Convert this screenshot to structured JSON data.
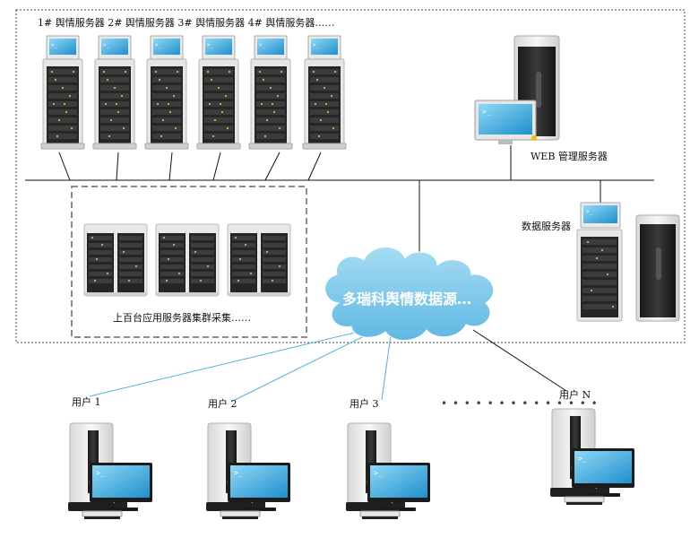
{
  "servers_header": "1# 舆情服务器 2# 舆情服务器 3# 舆情服务器 4# 舆情服务器……",
  "web_server_label": "WEB 管理服务器",
  "db_server_label": "数据服务器",
  "cluster_label": "上百台应用服务器集群采集……",
  "cloud_label": "多瑞科舆情数据源…",
  "users": [
    {
      "label": "用户 1"
    },
    {
      "label": "用户 2"
    },
    {
      "label": "用户 3"
    },
    {
      "label": "用户 N"
    }
  ],
  "ellipsis": "• • • • • • • • • • • • • •",
  "colors": {
    "cloud": "#7cc8ea",
    "screen": "#2fa6dc",
    "link_blue": "#4fb3e0",
    "rack": "#2a2a2a",
    "led": "#e8d44a"
  }
}
